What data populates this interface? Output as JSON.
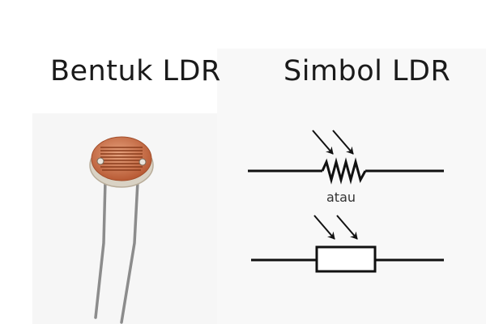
{
  "left_heading": "Bentuk LDR",
  "right_heading": "Simbol LDR",
  "separator_word": "atau",
  "colors": {
    "ldr_body": "#c8704a",
    "ldr_rim": "#d9d2c4",
    "ldr_track": "#8a3c1c",
    "lead_wire": "#8c8c8c",
    "symbol_line": "#111111"
  }
}
